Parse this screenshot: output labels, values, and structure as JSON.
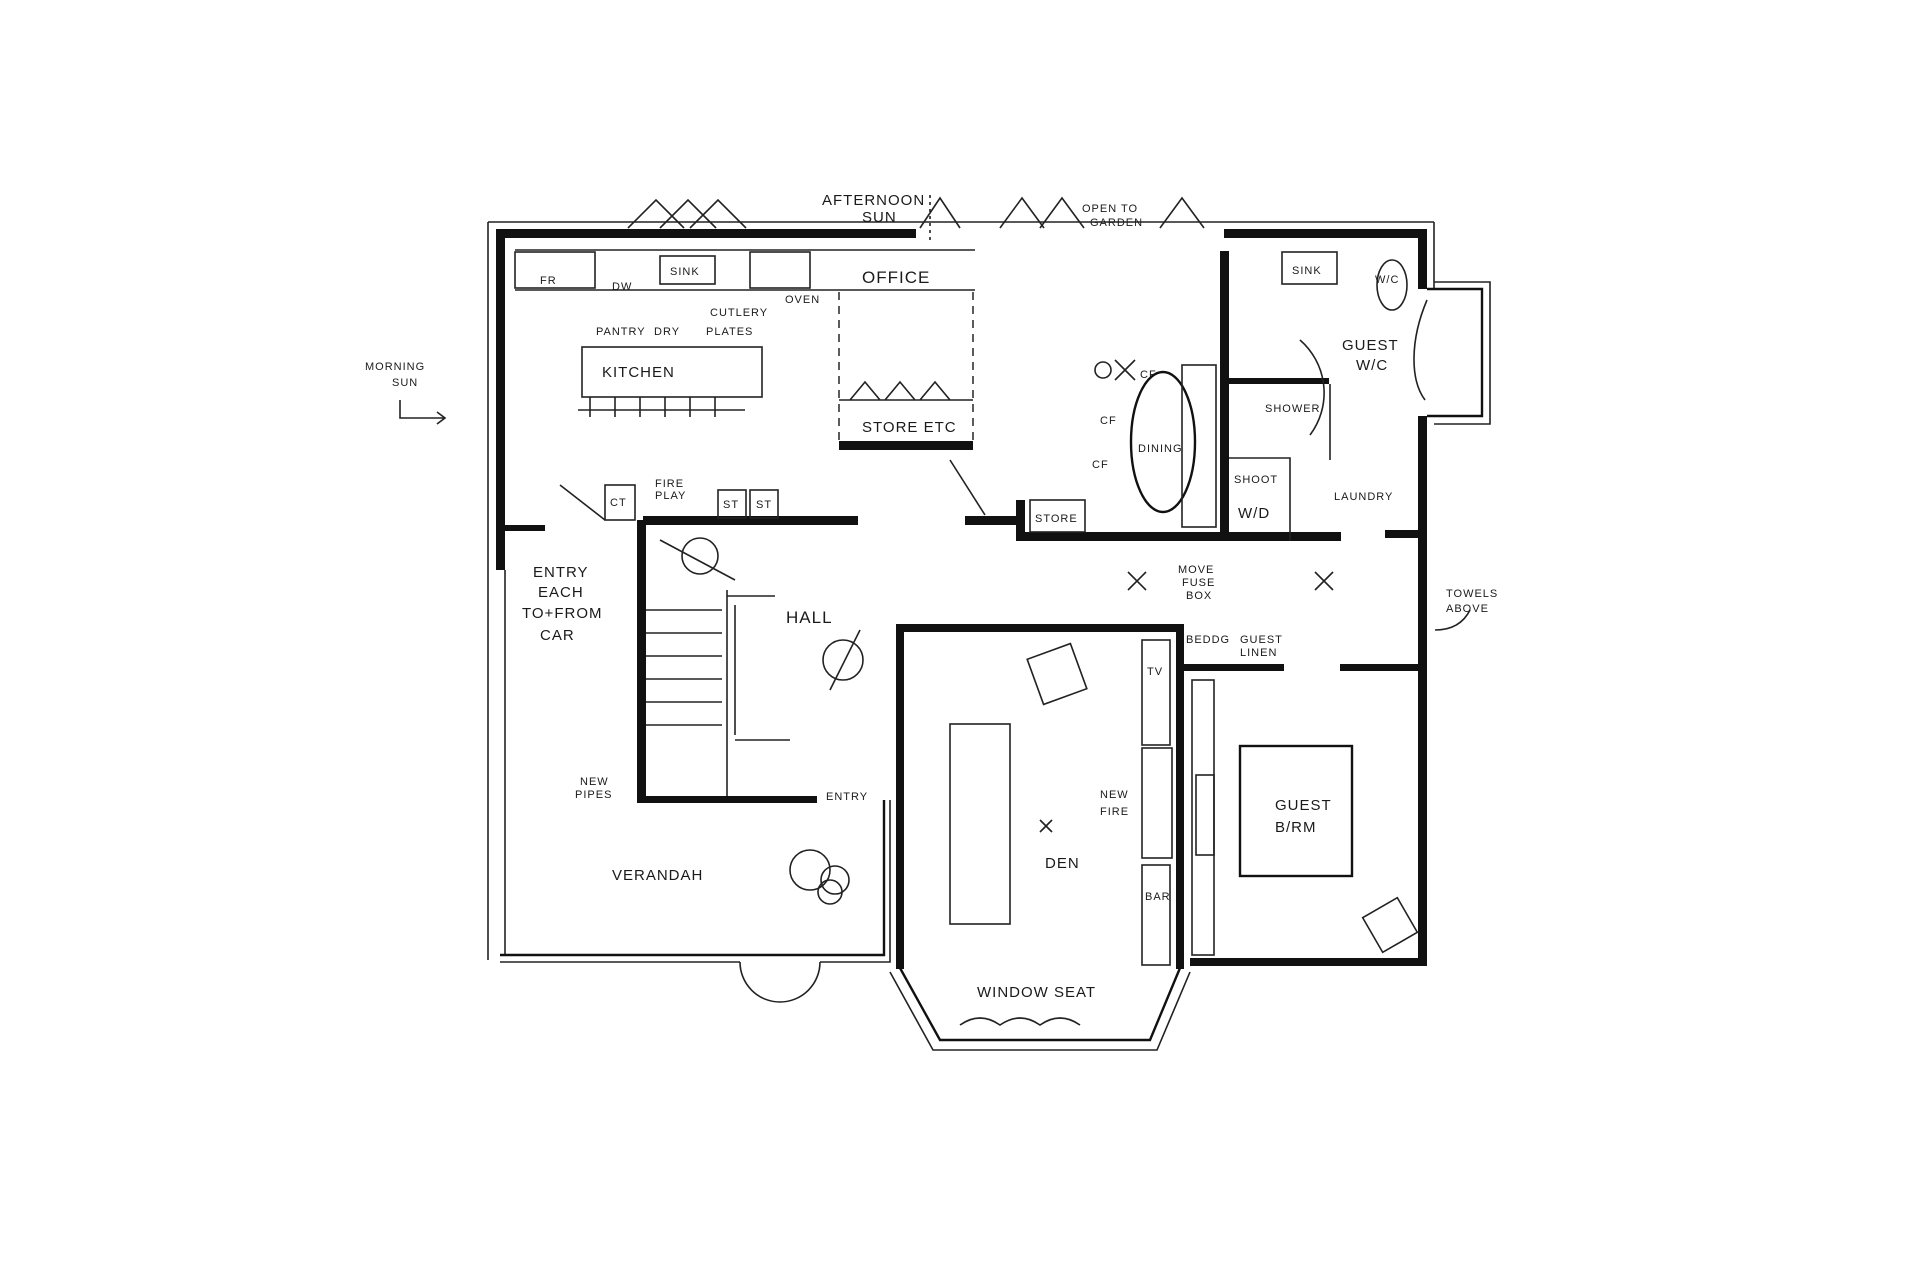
{
  "colors": {
    "ink": "#111111",
    "paper": "#ffffff"
  },
  "annotations": {
    "afternoon_sun_1": "AFTERNOON",
    "afternoon_sun_2": "SUN",
    "open_to_garden_1": "OPEN TO",
    "open_to_garden_2": "GARDEN",
    "morning_sun_1": "MORNING",
    "morning_sun_2": "SUN",
    "entry_1": "ENTRY",
    "entry_2": "EACH",
    "entry_3": "TO+FROM",
    "entry_4": "CAR",
    "new_pipes_1": "NEW",
    "new_pipes_2": "PIPES",
    "move_fuse_1": "MOVE",
    "move_fuse_2": "FUSE",
    "move_fuse_3": "BOX",
    "towels_1": "TOWELS",
    "towels_2": "ABOVE"
  },
  "rooms": {
    "kitchen": "KITCHEN",
    "office": "OFFICE",
    "store": "STORE ETC",
    "dining": "DINING",
    "guest_wc_1": "GUEST",
    "guest_wc_2": "W/C",
    "shower": "SHOWER",
    "laundry": "LAUNDRY",
    "hall": "HALL",
    "entry": "ENTRY",
    "verandah": "VERANDAH",
    "den": "DEN",
    "window_seat": "WINDOW SEAT",
    "guest_br_1": "GUEST",
    "guest_br_2": "B/RM",
    "guest_linen_1": "GUEST",
    "guest_linen_2": "LINEN"
  },
  "fixtures": {
    "fr": "FR",
    "dw": "DW",
    "sink": "SINK",
    "oven": "OVEN",
    "cutlery": "CUTLERY",
    "pantry": "PANTRY",
    "dry": "DRY",
    "plates": "PLATES",
    "fire_play_1": "FIRE",
    "fire_play_2": "PLAY",
    "ct": "CT",
    "st1": "ST",
    "st2": "ST",
    "cf1": "CF",
    "cf2": "CF",
    "cf3": "CF",
    "store_small": "STORE",
    "wc": "W/C",
    "wc_sink": "SINK",
    "wd": "W/D",
    "chute": "SHOOT",
    "bedding": "BEDDG",
    "tv": "TV",
    "new_fire_1": "NEW",
    "new_fire_2": "FIRE",
    "bar": "BAR"
  }
}
